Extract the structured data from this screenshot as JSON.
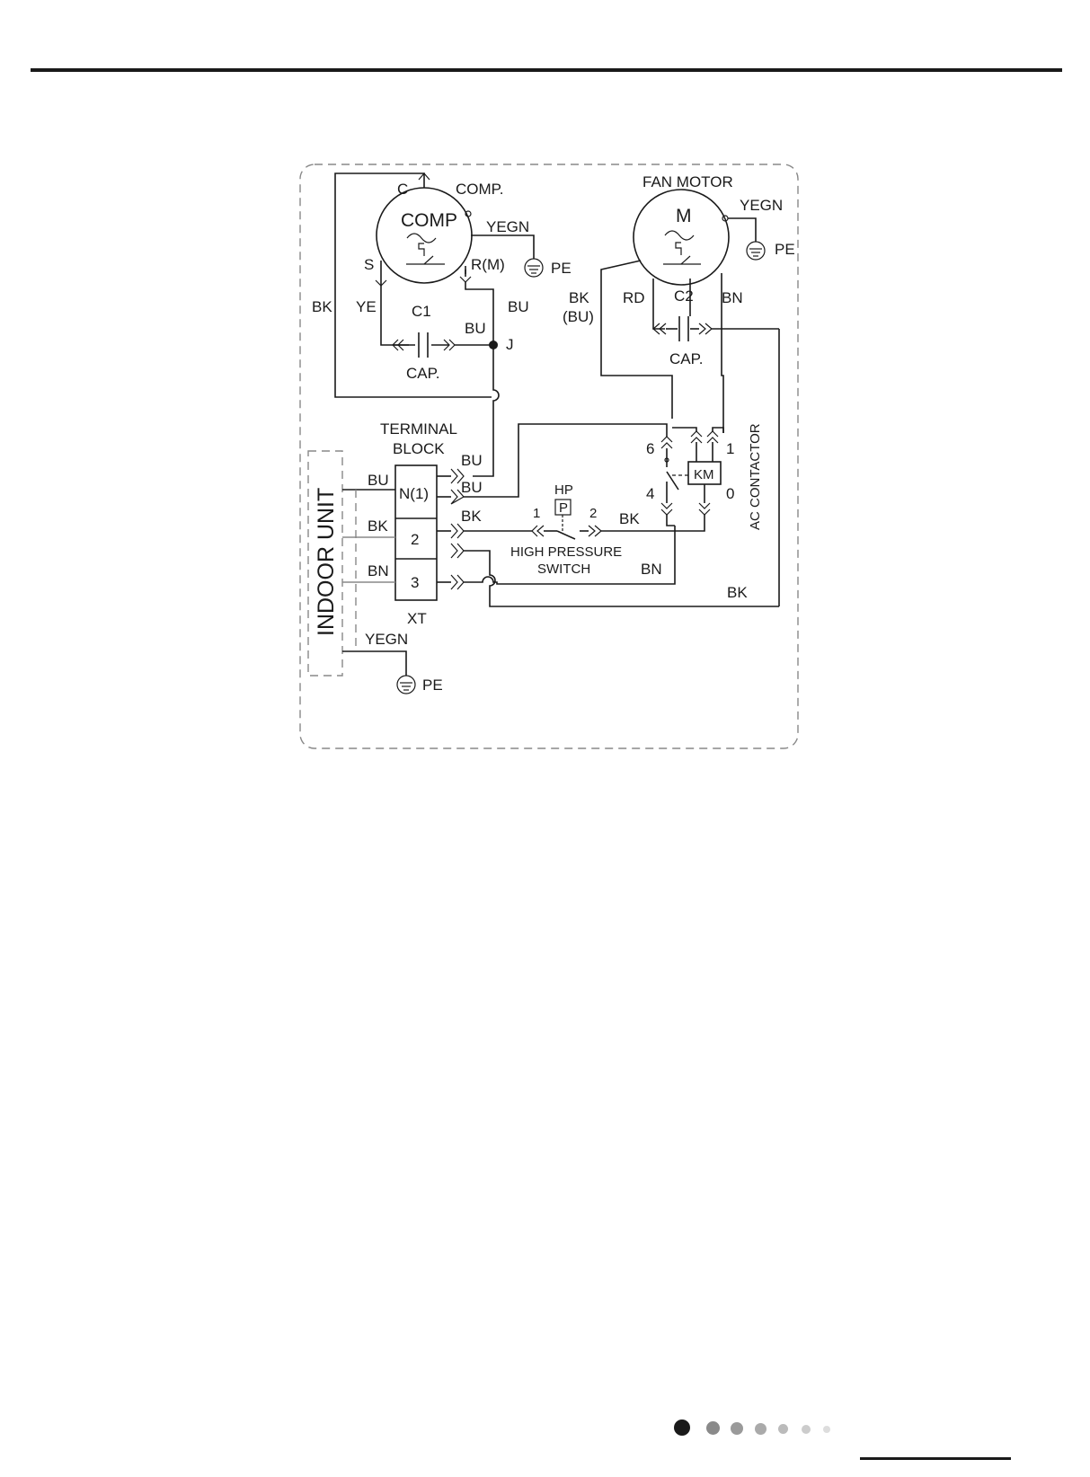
{
  "labels": {
    "comp_c": "C",
    "comp_title": "COMP.",
    "comp_name": "COMP",
    "comp_yegn": "YEGN",
    "comp_pe": "PE",
    "comp_s": "S",
    "comp_rm": "R(M)",
    "bk_left": "BK",
    "ye": "YE",
    "c1": "C1",
    "bu_right": "BU",
    "bu_mid": "BU",
    "j": "J",
    "cap1": "CAP.",
    "fan_title": "FAN MOTOR",
    "fan_m": "M",
    "fan_yegn": "YEGN",
    "fan_pe": "PE",
    "bk_bu_1": "BK",
    "bk_bu_2": "(BU)",
    "rd": "RD",
    "c2": "C2",
    "bn_fan": "BN",
    "cap2": "CAP.",
    "terminal_block_1": "TERMINAL",
    "terminal_block_2": "BLOCK",
    "t_n1": "N(1)",
    "t_2": "2",
    "t_3": "3",
    "xt": "XT",
    "bu_t1": "BU",
    "bu_t2": "BU",
    "bk_t": "BK",
    "bu_in": "BU",
    "bk_in": "BK",
    "bn_in": "BN",
    "indoor_unit": "INDOOR UNIT",
    "yegn_bottom": "YEGN",
    "pe_bottom": "PE",
    "hp": "HP",
    "p": "P",
    "hp_1": "1",
    "hp_2": "2",
    "bk_hp": "BK",
    "hps_1": "HIGH PRESSURE",
    "hps_2": "SWITCH",
    "bn_bottom": "BN",
    "bk_bottom": "BK",
    "contact_6": "6",
    "contact_4": "4",
    "km": "KM",
    "km_1": "1",
    "km_0": "0",
    "ac_contactor": "AC CONTACTOR"
  },
  "page_indicator": {
    "dot_colors": [
      "#1a1a1a",
      "#8a8a8a",
      "#9a9a9a",
      "#aaaaaa",
      "#bbbbbb",
      "#cccccc",
      "#dddddd"
    ]
  }
}
